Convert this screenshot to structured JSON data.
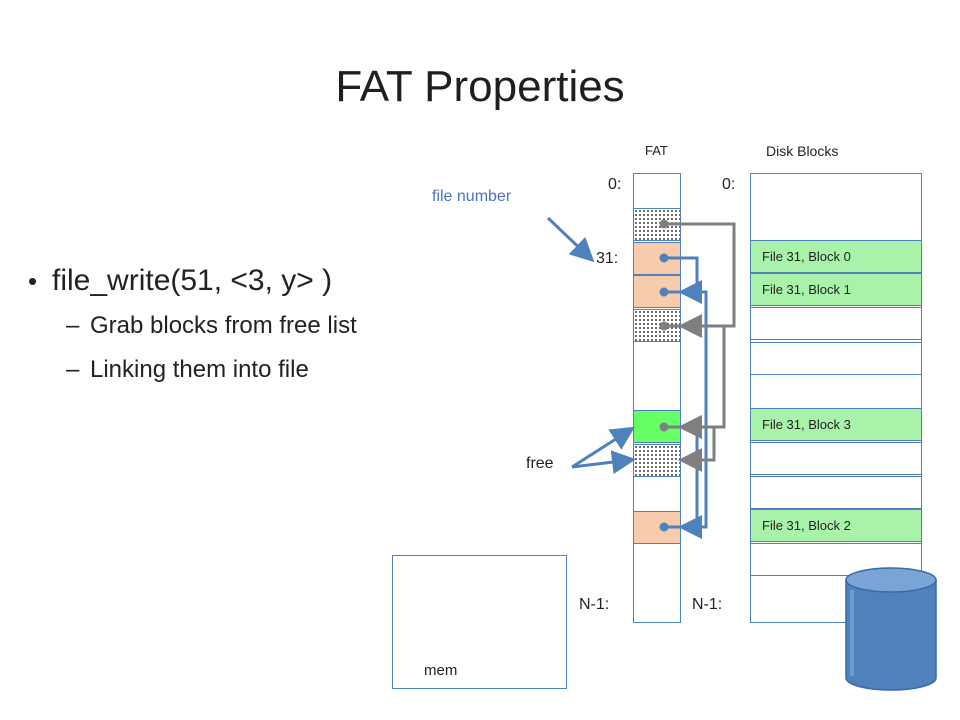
{
  "slide": {
    "title": "FAT Properties",
    "bullet_main": "file_write(51, <3, y> )",
    "bullet_sub": [
      "Grab blocks from free list",
      "Linking them into file"
    ]
  },
  "diagram": {
    "fat_header": "FAT",
    "disk_header": "Disk Blocks",
    "fat_index_first": "0:",
    "fat_index_31": "31:",
    "fat_index_last": "N-1:",
    "disk_index_first": "0:",
    "disk_index_last": "N-1:",
    "file_number_label": "file number",
    "free_label": "free",
    "mem_label": "mem",
    "disk_blocks": [
      "File 31, Block 0",
      "File 31, Block 1",
      "",
      "",
      "File 31, Block 3",
      "",
      "",
      "File 31, Block 2",
      ""
    ],
    "colors": {
      "fat_used": "#f8cbad",
      "fat_new": "#66ff66",
      "disk_used": "#a9f2a9",
      "border": "#4f81bd",
      "arrow_blue": "#4f81bd",
      "arrow_gray": "#7f7f7f",
      "disk_icon": "#4f81bd"
    }
  }
}
